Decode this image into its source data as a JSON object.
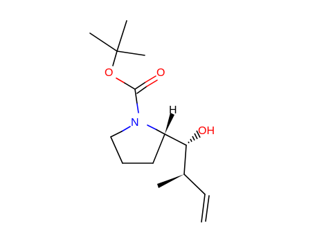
{
  "molecule": {
    "atoms": {
      "ester_o": "O",
      "carbonyl_o": "O",
      "ring_n": "N",
      "stereo_h": "H",
      "hydroxyl": "OH"
    },
    "colors": {
      "bond": "#000000",
      "oxygen": "#ff0000",
      "nitrogen": "#0000ff",
      "hydrogen": "#000000"
    }
  }
}
